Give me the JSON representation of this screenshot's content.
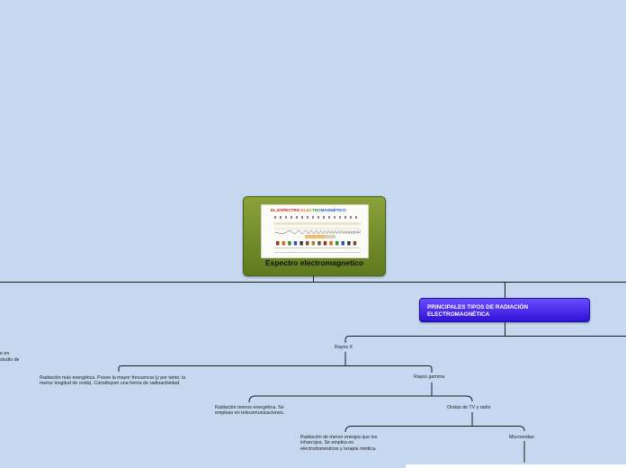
{
  "central": {
    "title": "Espectro electromagnetico",
    "image_heading_parts": [
      "EL ESPECTRO ",
      "ELEC",
      "TRO",
      "MAGNÉTICO"
    ],
    "image_heading_colors": [
      "#d02020",
      "#e07818",
      "#2a9a3a",
      "#3350c8"
    ]
  },
  "topic": {
    "title": "PRINCIPALES TIPOS DE RADIACIÓN ELECTROMAGNÉTICA",
    "color": "#4a2bf0"
  },
  "nodes": {
    "rayos_x": "Rayos X",
    "rayos_x_desc": "Radiación más energética. Posee la mayor frecuencia (y por tanto, la menor longitud de onda). Constituyen una forma de radioactividad.",
    "rayos_gamma": "Rayos gamma",
    "rayos_gamma_desc": "Radiación menos energética. Se emplean en telecomunicaciones.",
    "ondas_tv_radio": "Ondas de TV y radio",
    "ondas_desc": "Radiación de menor energía que los infrarrojos. Se emplea en electrodomésticos y terapia médica.",
    "microondas": "Microondas:"
  },
  "cut_left_text": [
    "e en",
    "studio de"
  ],
  "colors": {
    "background": "#c5d8f0",
    "central_green": "#7a942e",
    "connector": "#1a1a1a"
  }
}
